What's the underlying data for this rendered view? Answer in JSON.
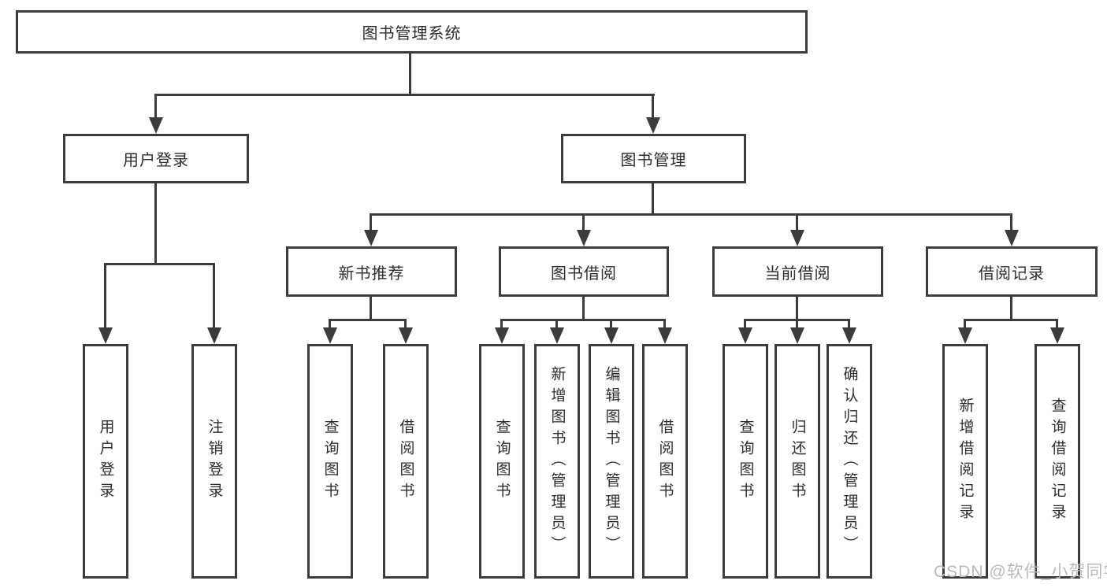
{
  "tree": {
    "root": {
      "label": "图书管理系统",
      "children": [
        {
          "label": "用户登录",
          "children": [
            {
              "label": "用户登录"
            },
            {
              "label": "注销登录"
            }
          ]
        },
        {
          "label": "图书管理",
          "children": [
            {
              "label": "新书推荐",
              "children": [
                {
                  "label": "查询图书"
                },
                {
                  "label": "借阅图书"
                }
              ]
            },
            {
              "label": "图书借阅",
              "children": [
                {
                  "label": "查询图书"
                },
                {
                  "label": "新增图书（管理员）"
                },
                {
                  "label": "编辑图书（管理员）"
                },
                {
                  "label": "借阅图书"
                }
              ]
            },
            {
              "label": "当前借阅",
              "children": [
                {
                  "label": "查询图书"
                },
                {
                  "label": "归还图书"
                },
                {
                  "label": "确认归还（管理员）"
                }
              ]
            },
            {
              "label": "借阅记录",
              "children": [
                {
                  "label": "新增借阅记录"
                },
                {
                  "label": "查询借阅记录"
                }
              ]
            }
          ]
        }
      ]
    }
  },
  "watermark": "CSDN @软件_小贺同学",
  "colors": {
    "line": "#3c3c3c",
    "text": "#2d2d2d",
    "background": "#ffffff",
    "watermark": "#b9b9b9"
  }
}
